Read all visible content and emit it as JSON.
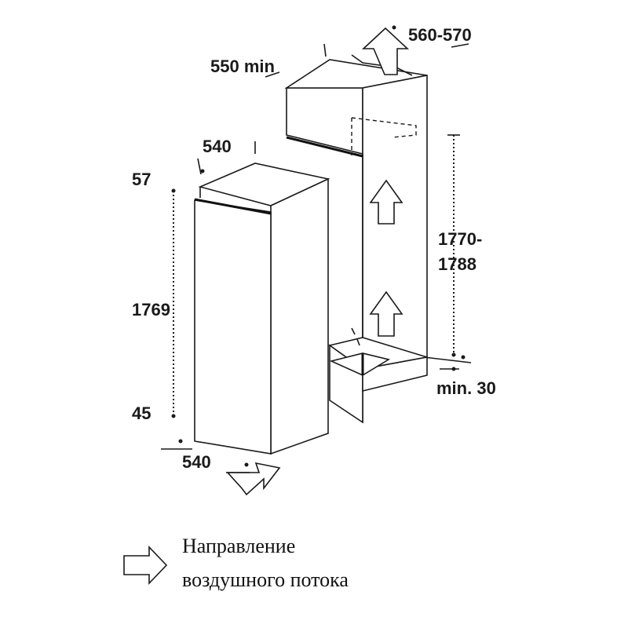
{
  "dimensions": {
    "top_width": "560-570",
    "depth_min": "550 min",
    "fridge_depth": "540",
    "top_gap": "57",
    "fridge_height": "1769",
    "bottom_gap": "45",
    "fridge_width": "540",
    "niche_height_line1": "1770-",
    "niche_height_line2": "1788",
    "vent_min": "min. 30"
  },
  "legend": {
    "icon": "hollow-arrow-right-icon",
    "line1": "Направление",
    "line2": "воздушного потока"
  }
}
